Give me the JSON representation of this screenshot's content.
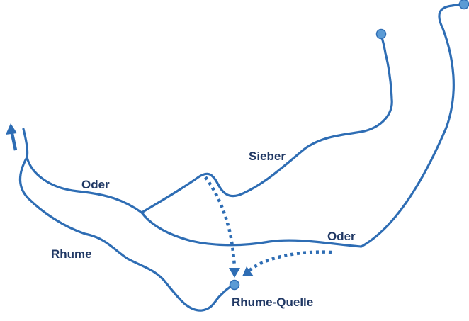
{
  "colors": {
    "river": "#2e6db4",
    "label": "#203864",
    "node_fill": "#5b9bd5",
    "node_stroke": "#2e6db4",
    "flow": "#2e6db4"
  },
  "labels": {
    "oder_upper": "Oder",
    "sieber": "Sieber",
    "oder_right": "Oder",
    "rhume": "Rhume",
    "rhume_quelle": "Rhume-Quelle"
  },
  "icons": {
    "flow_direction": "arrow-up-icon",
    "node": "circle-icon"
  }
}
